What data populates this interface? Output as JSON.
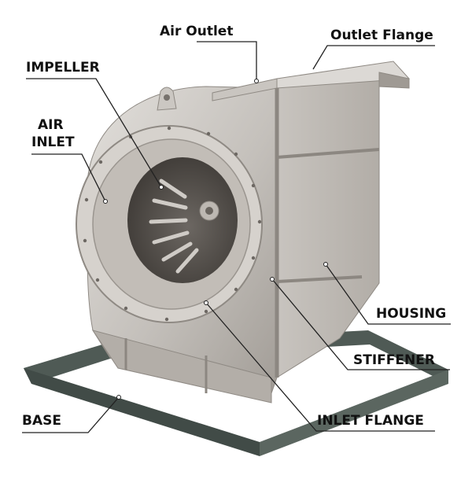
{
  "labels": {
    "air_outlet": "Air Outlet",
    "outlet_flange": "Outlet Flange",
    "impeller": "IMPELLER",
    "air_inlet_line1": "AIR",
    "air_inlet_line2": "INLET",
    "housing": "HOUSING",
    "stiffener": "STIFFENER",
    "base": "BASE",
    "inlet_flange": "INLET FLANGE"
  },
  "colors": {
    "steel_light": "#cfcbc6",
    "steel_mid": "#b9b4ae",
    "steel_dark": "#8d8882",
    "base_frame": "#4f5a55",
    "text": "#111111",
    "leader": "#222222"
  }
}
